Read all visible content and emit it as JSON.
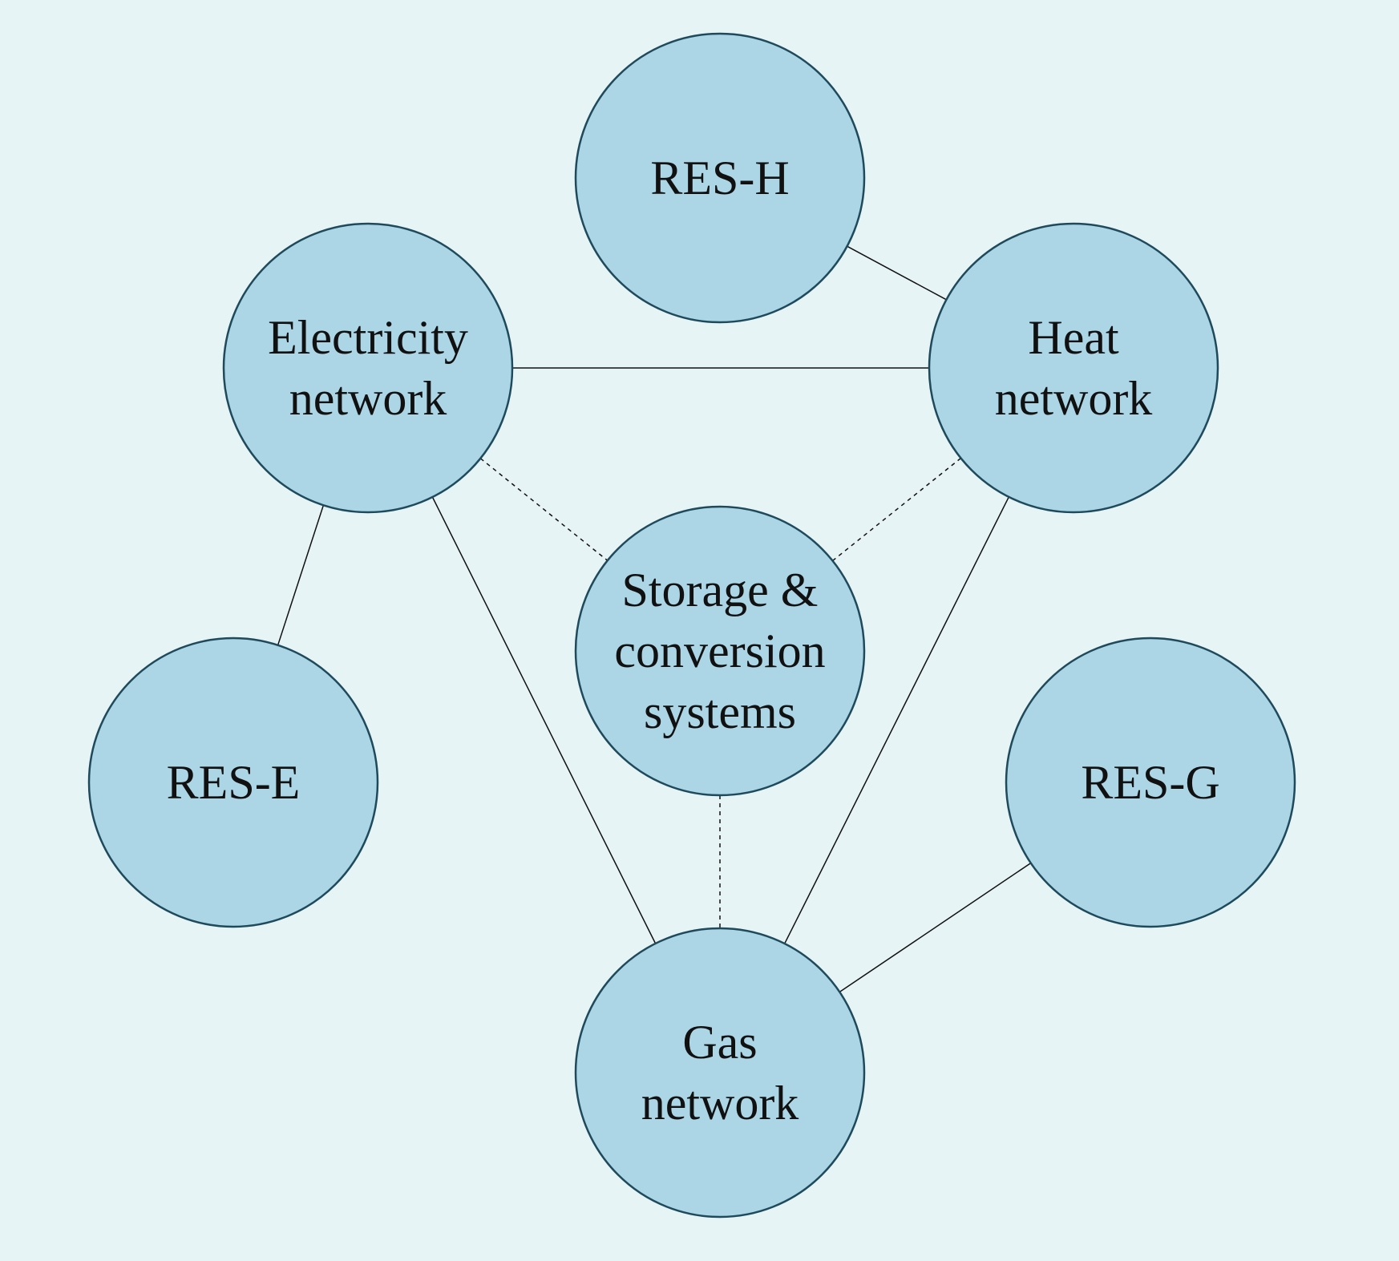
{
  "diagram": {
    "colors": {
      "background": "#e6f4f6",
      "node_fill": "#acd6e6",
      "node_stroke": "#1f4a5c",
      "edge": "#111111"
    },
    "nodes": [
      {
        "id": "res-h",
        "lines": [
          "RES-H"
        ]
      },
      {
        "id": "electricity",
        "lines": [
          "Electricity",
          "network"
        ]
      },
      {
        "id": "heat",
        "lines": [
          "Heat",
          "network"
        ]
      },
      {
        "id": "storage",
        "lines": [
          "Storage &",
          "conversion",
          "systems"
        ]
      },
      {
        "id": "res-e",
        "lines": [
          "RES-E"
        ]
      },
      {
        "id": "res-g",
        "lines": [
          "RES-G"
        ]
      },
      {
        "id": "gas",
        "lines": [
          "Gas",
          "network"
        ]
      }
    ],
    "edges": [
      {
        "from": "res-h",
        "to": "heat",
        "style": "solid"
      },
      {
        "from": "electricity",
        "to": "heat",
        "style": "solid"
      },
      {
        "from": "electricity",
        "to": "res-e",
        "style": "solid"
      },
      {
        "from": "electricity",
        "to": "gas",
        "style": "solid"
      },
      {
        "from": "heat",
        "to": "gas",
        "style": "solid"
      },
      {
        "from": "res-g",
        "to": "gas",
        "style": "solid"
      },
      {
        "from": "electricity",
        "to": "storage",
        "style": "dashed"
      },
      {
        "from": "heat",
        "to": "storage",
        "style": "dashed"
      },
      {
        "from": "storage",
        "to": "gas",
        "style": "dashed"
      }
    ]
  }
}
